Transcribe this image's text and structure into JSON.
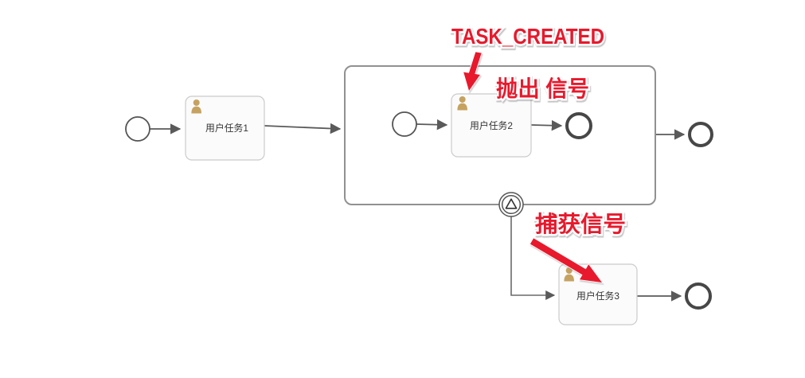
{
  "diagram": {
    "type": "bpmn-process-diagram",
    "nodes": {
      "task1_label": "用户任务1",
      "task2_label": "用户任务2",
      "task3_label": "用户任务3"
    },
    "annotations": {
      "task_created_label": "TASK_CREATED",
      "throw_signal_label": "抛出 信号",
      "catch_signal_label": "捕获信号"
    },
    "colors": {
      "annotation_red": "#e8192c",
      "user_icon_tan": "#c6a261",
      "task_fill": "#fbfbfb",
      "task_border": "#cbcbcb",
      "subprocess_border": "#919191",
      "flow_line": "#5a5a5a",
      "event_border_thick": "#474747"
    }
  }
}
